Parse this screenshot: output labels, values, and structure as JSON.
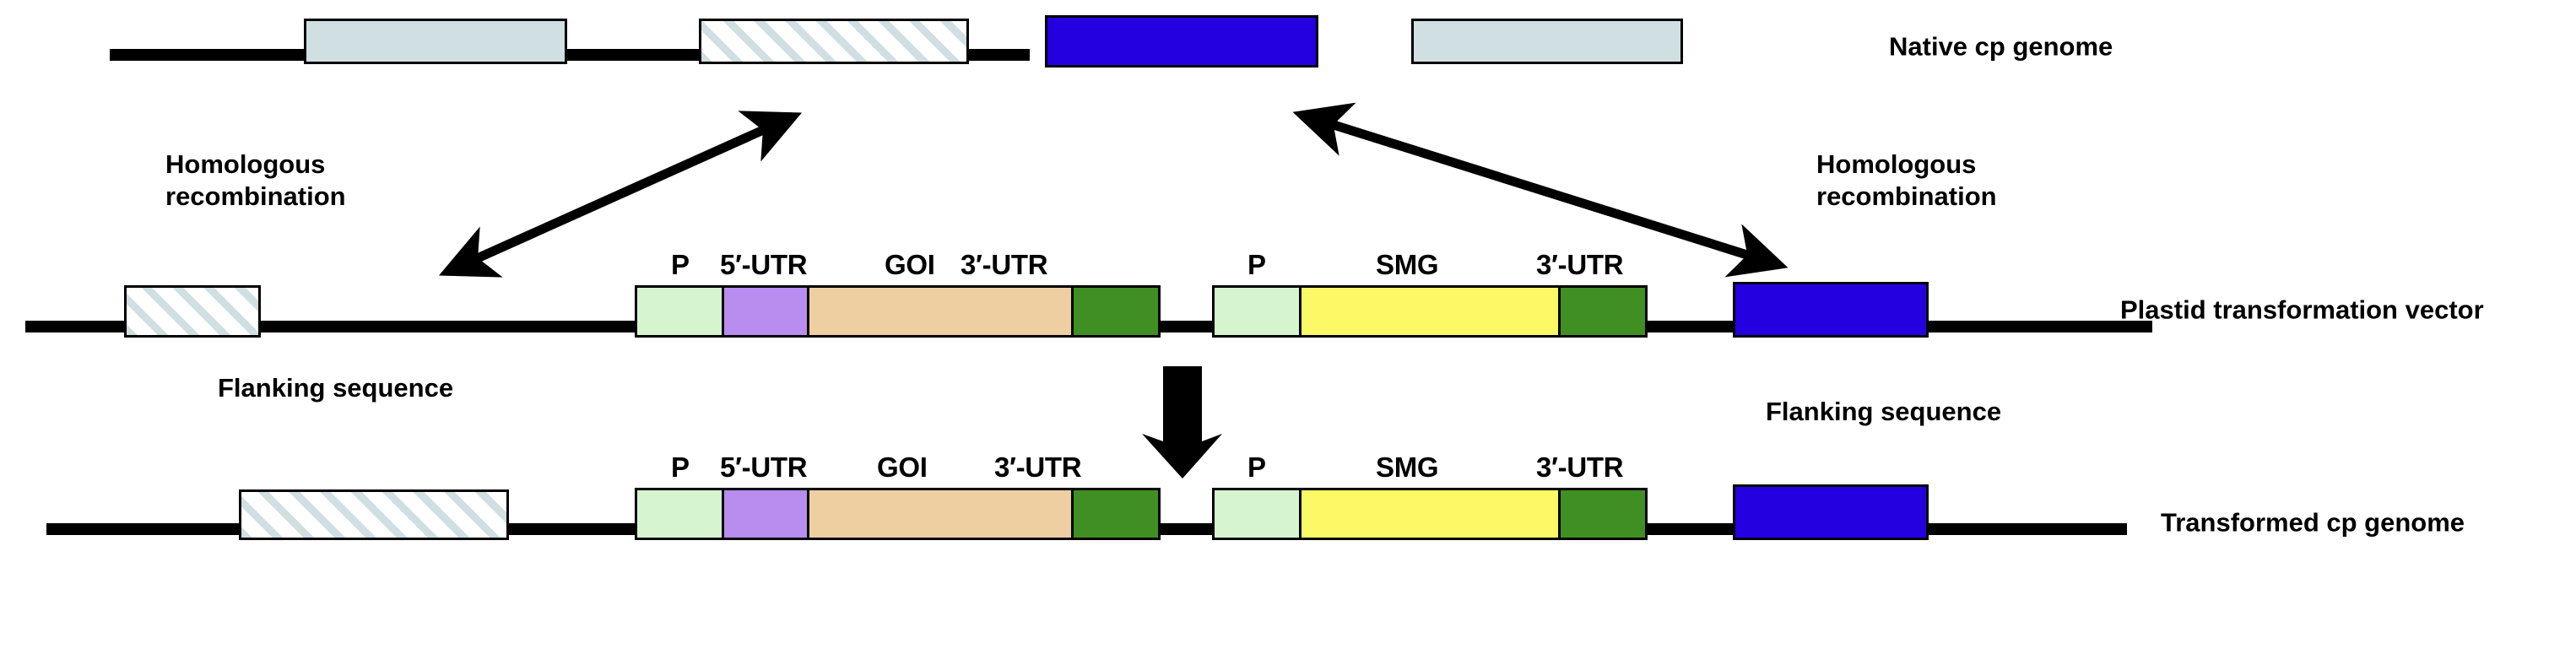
{
  "diagram": {
    "title": "Chloroplast (plastid) transformation by homologous recombination",
    "background": "#ffffff"
  },
  "colors": {
    "outline": "#000000",
    "native_segment": "#cfdfe2",
    "flanking_hatch": "#cfdfe2",
    "blue_segment": "#2400e0",
    "promoter": "#d6f5cf",
    "five_utr": "#b98cf0",
    "goi": "#eecfa1",
    "three_utr": "#3f8f23",
    "smg": "#fbf965"
  },
  "rows": {
    "native": {
      "label": "Native cp genome",
      "segments": [
        {
          "name": "native-segment-1",
          "fill_key": "native_segment",
          "style": "solid",
          "label": ""
        },
        {
          "name": "native-flanking-left",
          "fill_key": "flanking_hatch",
          "style": "hatched",
          "label": ""
        },
        {
          "name": "native-blue-segment",
          "fill_key": "blue_segment",
          "style": "solid",
          "label": ""
        },
        {
          "name": "native-segment-2",
          "fill_key": "native_segment",
          "style": "solid",
          "label": ""
        }
      ]
    },
    "vector": {
      "label": "Plastid transformation vector",
      "flanking_left_label": "Flanking sequence",
      "flanking_right_label": "Flanking sequence",
      "goi_cassette": {
        "parts": [
          {
            "name": "promoter",
            "label": "P",
            "fill_key": "promoter"
          },
          {
            "name": "five-utr",
            "label": "5′-UTR",
            "fill_key": "five_utr"
          },
          {
            "name": "goi",
            "label": "GOI",
            "fill_key": "goi"
          },
          {
            "name": "three-utr",
            "label": "3′-UTR",
            "fill_key": "three_utr"
          }
        ]
      },
      "smg_cassette": {
        "parts": [
          {
            "name": "promoter",
            "label": "P",
            "fill_key": "promoter"
          },
          {
            "name": "smg",
            "label": "SMG",
            "fill_key": "smg"
          },
          {
            "name": "three-utr",
            "label": "3′-UTR",
            "fill_key": "three_utr"
          }
        ]
      }
    },
    "transformed": {
      "label": "Transformed cp genome",
      "goi_cassette": {
        "parts": [
          {
            "name": "promoter",
            "label": "P",
            "fill_key": "promoter"
          },
          {
            "name": "five-utr",
            "label": "5′-UTR",
            "fill_key": "five_utr"
          },
          {
            "name": "goi",
            "label": "GOI",
            "fill_key": "goi"
          },
          {
            "name": "three-utr",
            "label": "3′-UTR",
            "fill_key": "three_utr"
          }
        ]
      },
      "smg_cassette": {
        "parts": [
          {
            "name": "promoter",
            "label": "P",
            "fill_key": "promoter"
          },
          {
            "name": "smg",
            "label": "SMG",
            "fill_key": "smg"
          },
          {
            "name": "three-utr",
            "label": "3′-UTR",
            "fill_key": "three_utr"
          }
        ]
      }
    }
  },
  "annotations": {
    "homologous_recombination_left_line1": "Homologous",
    "homologous_recombination_left_line2": "recombination",
    "homologous_recombination_right_line1": "Homologous",
    "homologous_recombination_right_line2": "recombination"
  },
  "arrows": {
    "left_recombination": {
      "name": "double-headed-arrow-left",
      "direction": "double"
    },
    "right_recombination": {
      "name": "double-headed-arrow-right",
      "direction": "double"
    },
    "integration": {
      "name": "down-arrow-integration",
      "direction": "down"
    }
  }
}
